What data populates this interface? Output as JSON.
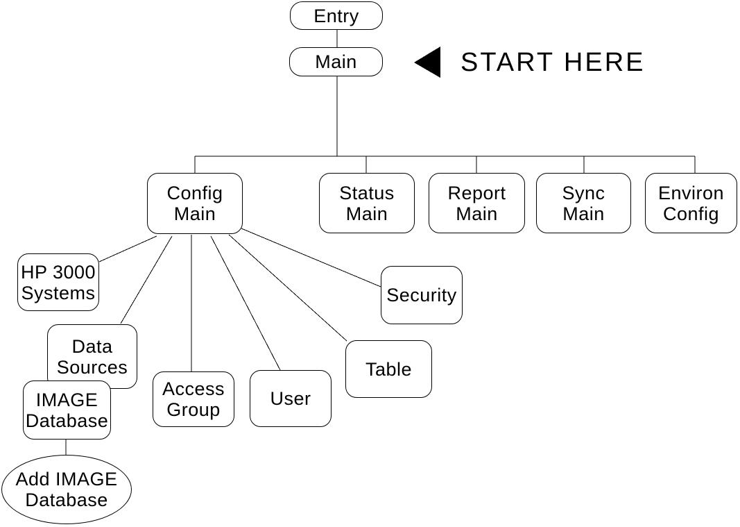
{
  "diagram": {
    "type": "menu-hierarchy-tree",
    "colors": {
      "background": "#ffffff",
      "line": "#000000",
      "text": "#000000",
      "node_fill": "#ffffff",
      "arrow_fill": "#000000"
    },
    "annotation": {
      "label": "START HERE",
      "arrow_icon": "left-pointing-filled-triangle",
      "points_to": "Main"
    },
    "nodes": {
      "entry": {
        "label": "Entry",
        "shape": "rounded-rect"
      },
      "main": {
        "label": "Main",
        "shape": "rounded-rect"
      },
      "config_main": {
        "label": "Config\nMain",
        "shape": "rounded-rect"
      },
      "status_main": {
        "label": "Status\nMain",
        "shape": "rounded-rect"
      },
      "report_main": {
        "label": "Report\nMain",
        "shape": "rounded-rect"
      },
      "sync_main": {
        "label": "Sync\nMain",
        "shape": "rounded-rect"
      },
      "environ_config": {
        "label": "Environ\nConfig",
        "shape": "rounded-rect"
      },
      "hp3000_systems": {
        "label": "HP 3000\nSystems",
        "shape": "rounded-rect"
      },
      "data_sources": {
        "label": "Data\nSources",
        "shape": "rounded-rect"
      },
      "image_database": {
        "label": "IMAGE\nDatabase",
        "shape": "rounded-rect"
      },
      "add_image_database": {
        "label": "Add IMAGE\nDatabase",
        "shape": "ellipse"
      },
      "access_group": {
        "label": "Access\nGroup",
        "shape": "rounded-rect"
      },
      "user": {
        "label": "User",
        "shape": "rounded-rect"
      },
      "table": {
        "label": "Table",
        "shape": "rounded-rect"
      },
      "security": {
        "label": "Security",
        "shape": "rounded-rect"
      }
    },
    "edges": [
      {
        "from": "entry",
        "to": "main",
        "style": "line"
      },
      {
        "from": "main",
        "to": "config_main",
        "style": "orthogonal"
      },
      {
        "from": "main",
        "to": "status_main",
        "style": "orthogonal"
      },
      {
        "from": "main",
        "to": "report_main",
        "style": "orthogonal"
      },
      {
        "from": "main",
        "to": "sync_main",
        "style": "orthogonal"
      },
      {
        "from": "main",
        "to": "environ_config",
        "style": "orthogonal"
      },
      {
        "from": "config_main",
        "to": "hp3000_systems",
        "style": "line"
      },
      {
        "from": "config_main",
        "to": "data_sources",
        "style": "line"
      },
      {
        "from": "config_main",
        "to": "access_group",
        "style": "line"
      },
      {
        "from": "config_main",
        "to": "user",
        "style": "line"
      },
      {
        "from": "config_main",
        "to": "table",
        "style": "line"
      },
      {
        "from": "config_main",
        "to": "security",
        "style": "line"
      },
      {
        "from": "data_sources",
        "to": "image_database",
        "style": "overlapping-cascade"
      },
      {
        "from": "image_database",
        "to": "add_image_database",
        "style": "line"
      }
    ]
  }
}
